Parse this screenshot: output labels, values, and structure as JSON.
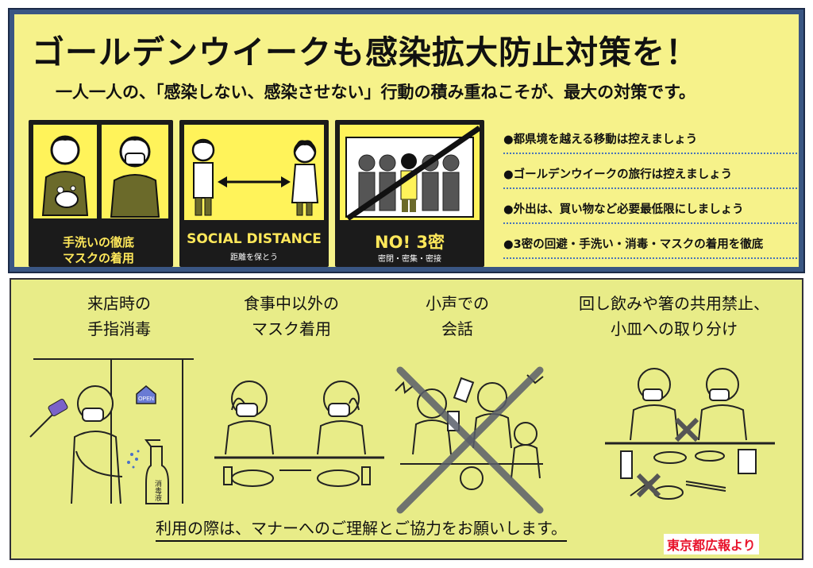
{
  "top": {
    "headline": "ゴールデンウイークも感染拡大防止対策を！",
    "subheadline": "一人一人の、「感染しない、感染させない」行動の積み重ねこそが、最大の対策です。",
    "tiles": [
      {
        "caption_line1": "手洗いの徹底",
        "caption_line2": "マスクの着用",
        "icon": "handwash-mask-icon"
      },
      {
        "caption": "SOCIAL DISTANCE",
        "sub": "距離を保とう",
        "icon": "social-distance-icon"
      },
      {
        "caption": "NO! 3密",
        "sub": "密閉・密集・密接",
        "icon": "no-three-c-icon"
      }
    ],
    "bullets": [
      "●都県境を越える移動は控えましょう",
      "●ゴールデンウイークの旅行は控えましょう",
      "●外出は、買い物など必要最低限にしましょう",
      "●3密の回避・手洗い・消毒・マスクの着用を徹底"
    ]
  },
  "bottom": {
    "scenes": [
      {
        "line1": "来店時の",
        "line2": "手指消毒",
        "icon": "hand-sanitize-illustration",
        "sign": "OPEN",
        "bottle": "消毒液"
      },
      {
        "line1": "食事中以外の",
        "line2": "マスク着用",
        "icon": "mask-wearing-illustration"
      },
      {
        "line1": "小声での",
        "line2": "会話",
        "icon": "quiet-talk-illustration"
      },
      {
        "line1": "回し飲みや箸の共用禁止、",
        "line2": "小皿への取り分け",
        "icon": "no-sharing-illustration"
      }
    ],
    "footer": "利用の際は、マナーへのご理解とご協力をお願いします。",
    "credit": "東京都広報より"
  },
  "colors": {
    "top_bg": "#f6f28a",
    "tile_bg": "#1b1b1b",
    "tile_yellow": "#fff35a",
    "frame_blue": "#3a5683",
    "bottom_bg": "#e8ec88",
    "credit_red": "#e8132b",
    "bullet_rule": "#4a74b8"
  }
}
